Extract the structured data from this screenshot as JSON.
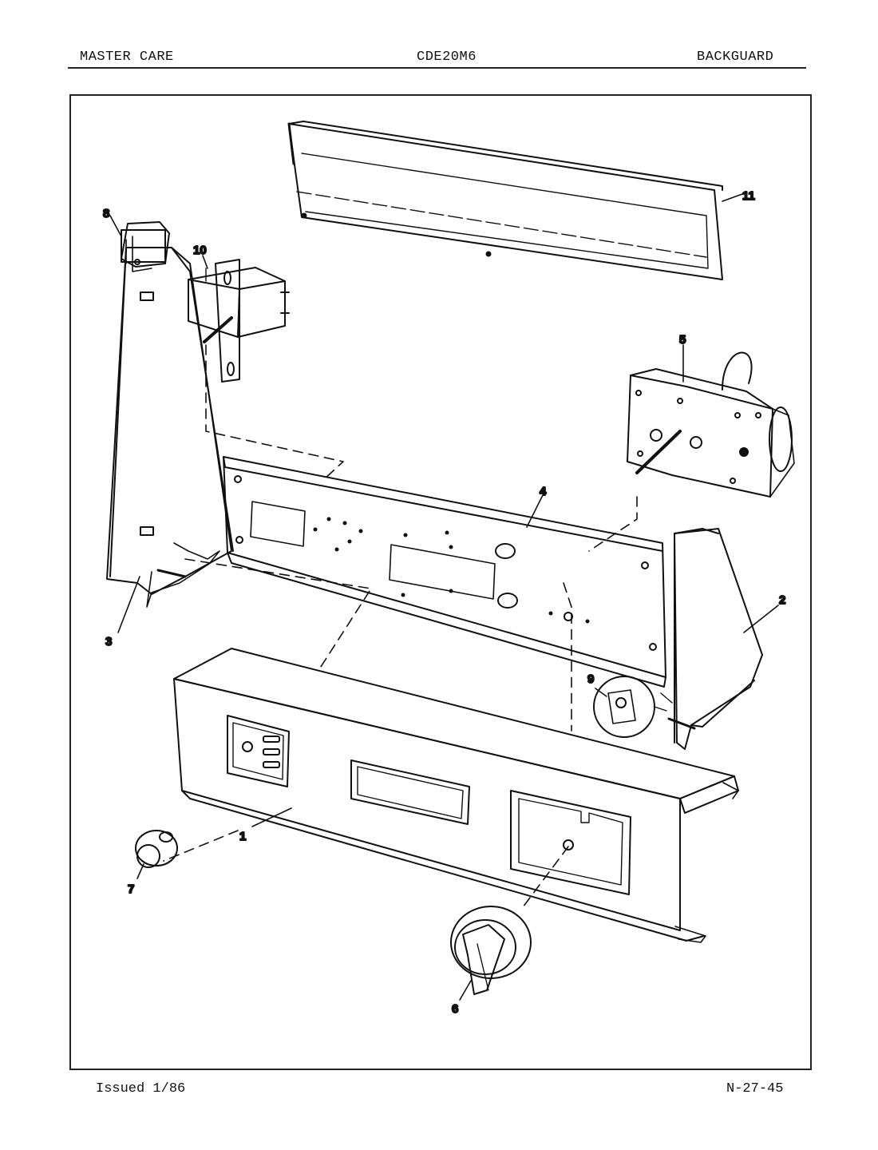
{
  "header": {
    "left": "MASTER CARE",
    "center": "CDE20M6",
    "right": "BACKGUARD"
  },
  "footer": {
    "left": "Issued 1/86",
    "right": "N-27-45"
  },
  "callouts": {
    "c1": "1",
    "c2": "2",
    "c3": "3",
    "c4": "4",
    "c5": "5",
    "c6": "6",
    "c7": "7",
    "c8": "8",
    "c9": "9",
    "c10": "10",
    "c11": "11"
  }
}
